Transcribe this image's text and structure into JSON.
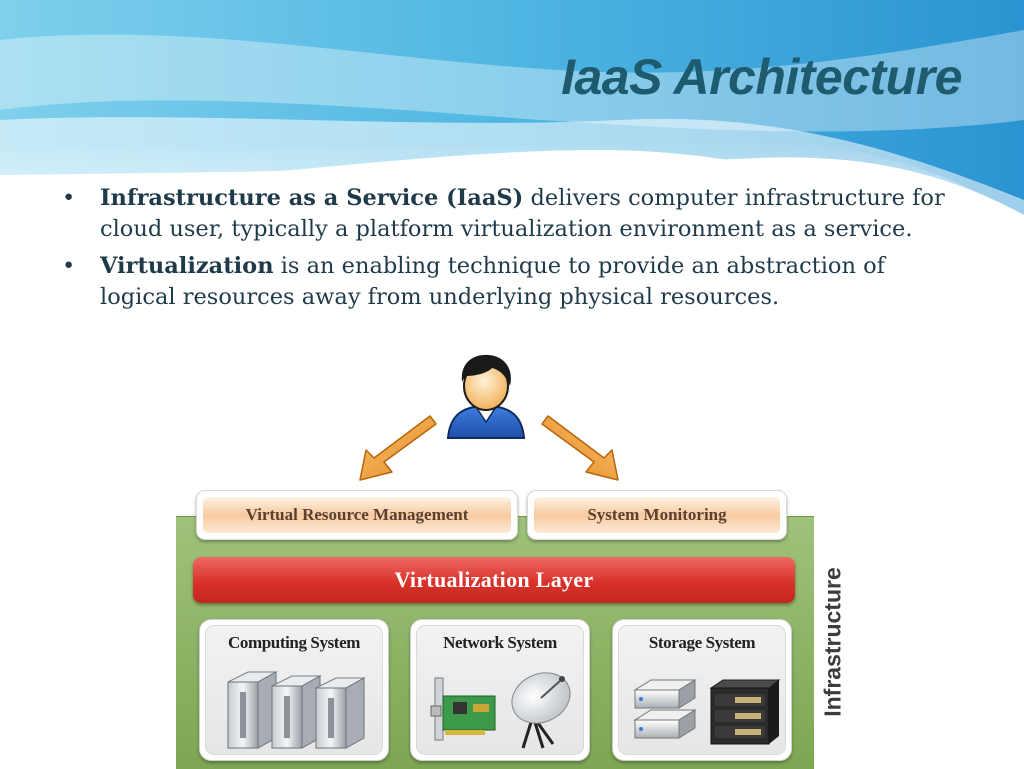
{
  "slide": {
    "title": "IaaS Architecture",
    "bullets": [
      {
        "bold": "Infrastructure as a Service (IaaS)",
        "text": " delivers computer infrastructure for cloud user, typically a platform virtualization environment as a service."
      },
      {
        "bold": "Virtualization",
        "text": " is an enabling technique to provide an abstraction of logical resources away from underlying physical resources."
      }
    ]
  },
  "diagram": {
    "top_boxes": [
      "Virtual Resource Management",
      "System Monitoring"
    ],
    "layer": "Virtualization  Layer",
    "systems": [
      "Computing System",
      "Network System",
      "Storage System"
    ],
    "side_label": "Infrastructure"
  },
  "colors": {
    "title": "#1f5b6f",
    "virtualization_layer": "#d8322a",
    "infrastructure_panel": "#8db565",
    "tab_fill": "#f8caa0"
  }
}
